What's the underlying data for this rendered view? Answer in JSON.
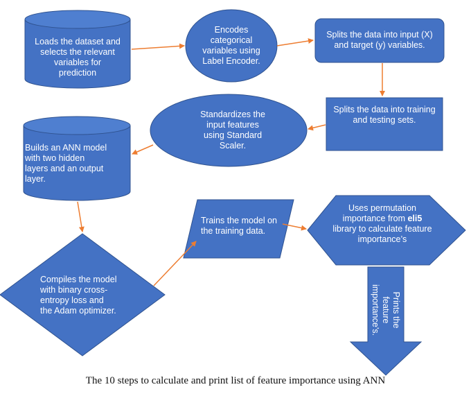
{
  "steps": [
    {
      "text": "Loads the dataset and selects the relevant variables for prediction"
    },
    {
      "text": "Encodes categorical variables using Label Encoder."
    },
    {
      "text": "Splits the data into input (X) and target (y) variables."
    },
    {
      "text": "Splits the data into training and testing sets."
    },
    {
      "text": "Standardizes the input features using Standard Scaler."
    },
    {
      "text": "Builds an ANN model with two hidden layers and an output layer."
    },
    {
      "text": "Compiles the model with binary cross-entropy loss and the Adam optimizer."
    },
    {
      "text": "Trains the model on the training data."
    },
    {
      "text_before": "Uses permutation importance from ",
      "text_bold": "eli5",
      "text_after": " library to calculate feature importance’s"
    },
    {
      "text": "Prints the feature importance’s."
    }
  ],
  "caption": "The 10 steps to calculate and print list of feature importance using ANN",
  "colors": {
    "shape_fill": "#4472c4",
    "shape_stroke": "#2f528f",
    "arrow": "#ed7d31",
    "text": "#ffffff"
  }
}
